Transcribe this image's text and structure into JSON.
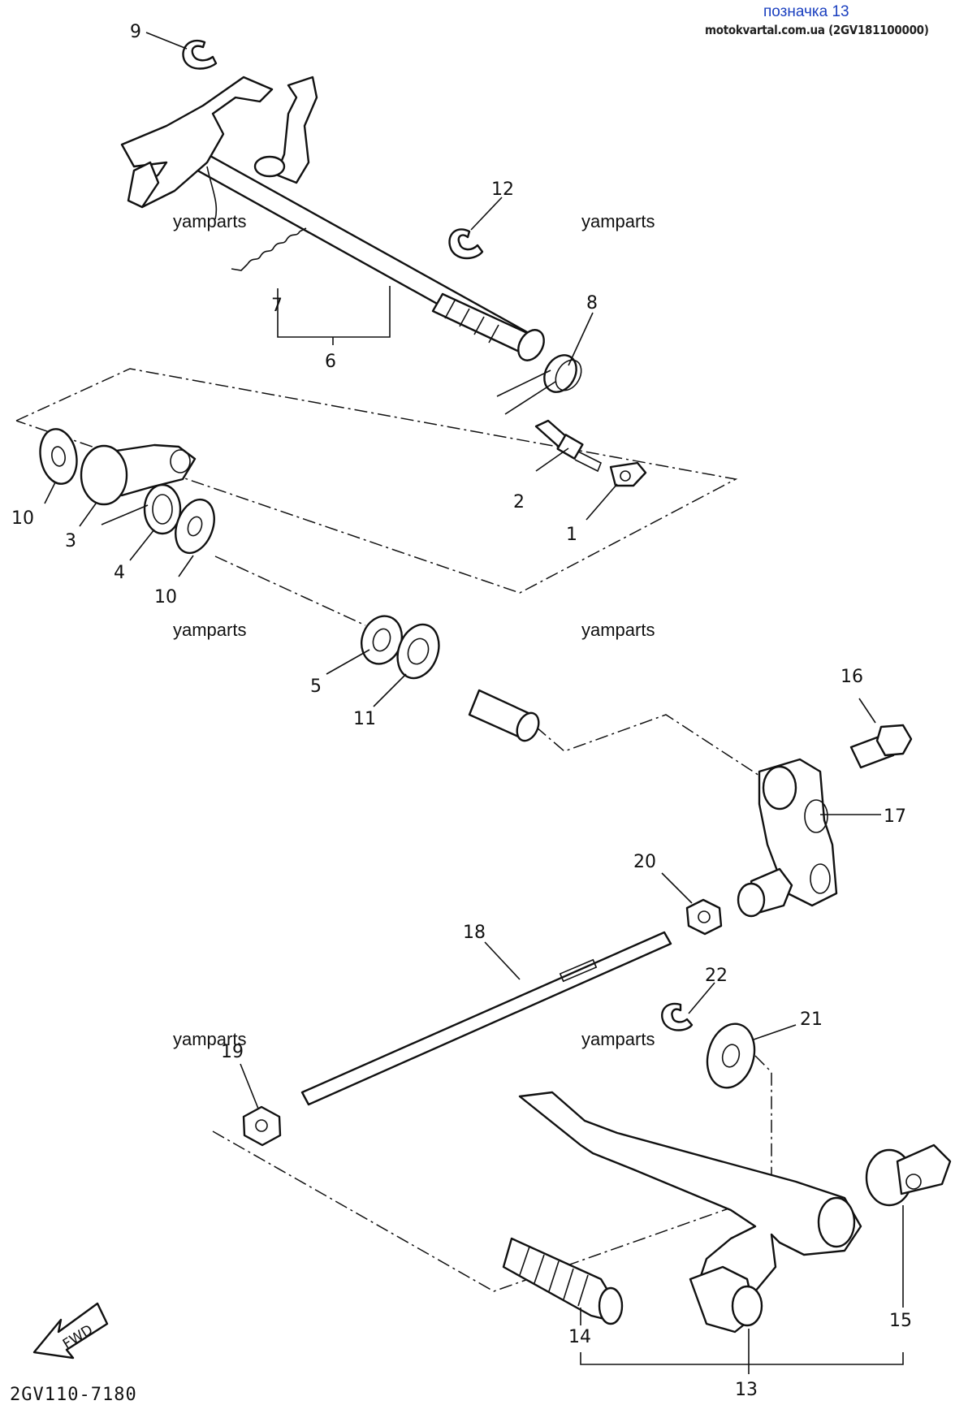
{
  "header": {
    "title": "позначка 13",
    "source": "motokvartal.com.ua (2GV181100000)"
  },
  "watermarks": [
    {
      "text": "yamparts"
    },
    {
      "text": "yamparts"
    },
    {
      "text": "yamparts"
    },
    {
      "text": "yamparts"
    },
    {
      "text": "yamparts"
    },
    {
      "text": "yamparts"
    }
  ],
  "callouts": [
    "1",
    "2",
    "3",
    "4",
    "5",
    "6",
    "7",
    "8",
    "9",
    "10",
    "10",
    "11",
    "12",
    "13",
    "14",
    "15",
    "16",
    "17",
    "18",
    "19",
    "20",
    "21",
    "22"
  ],
  "diagram_code": "2GV110-7180",
  "fwd_label": "FWD"
}
